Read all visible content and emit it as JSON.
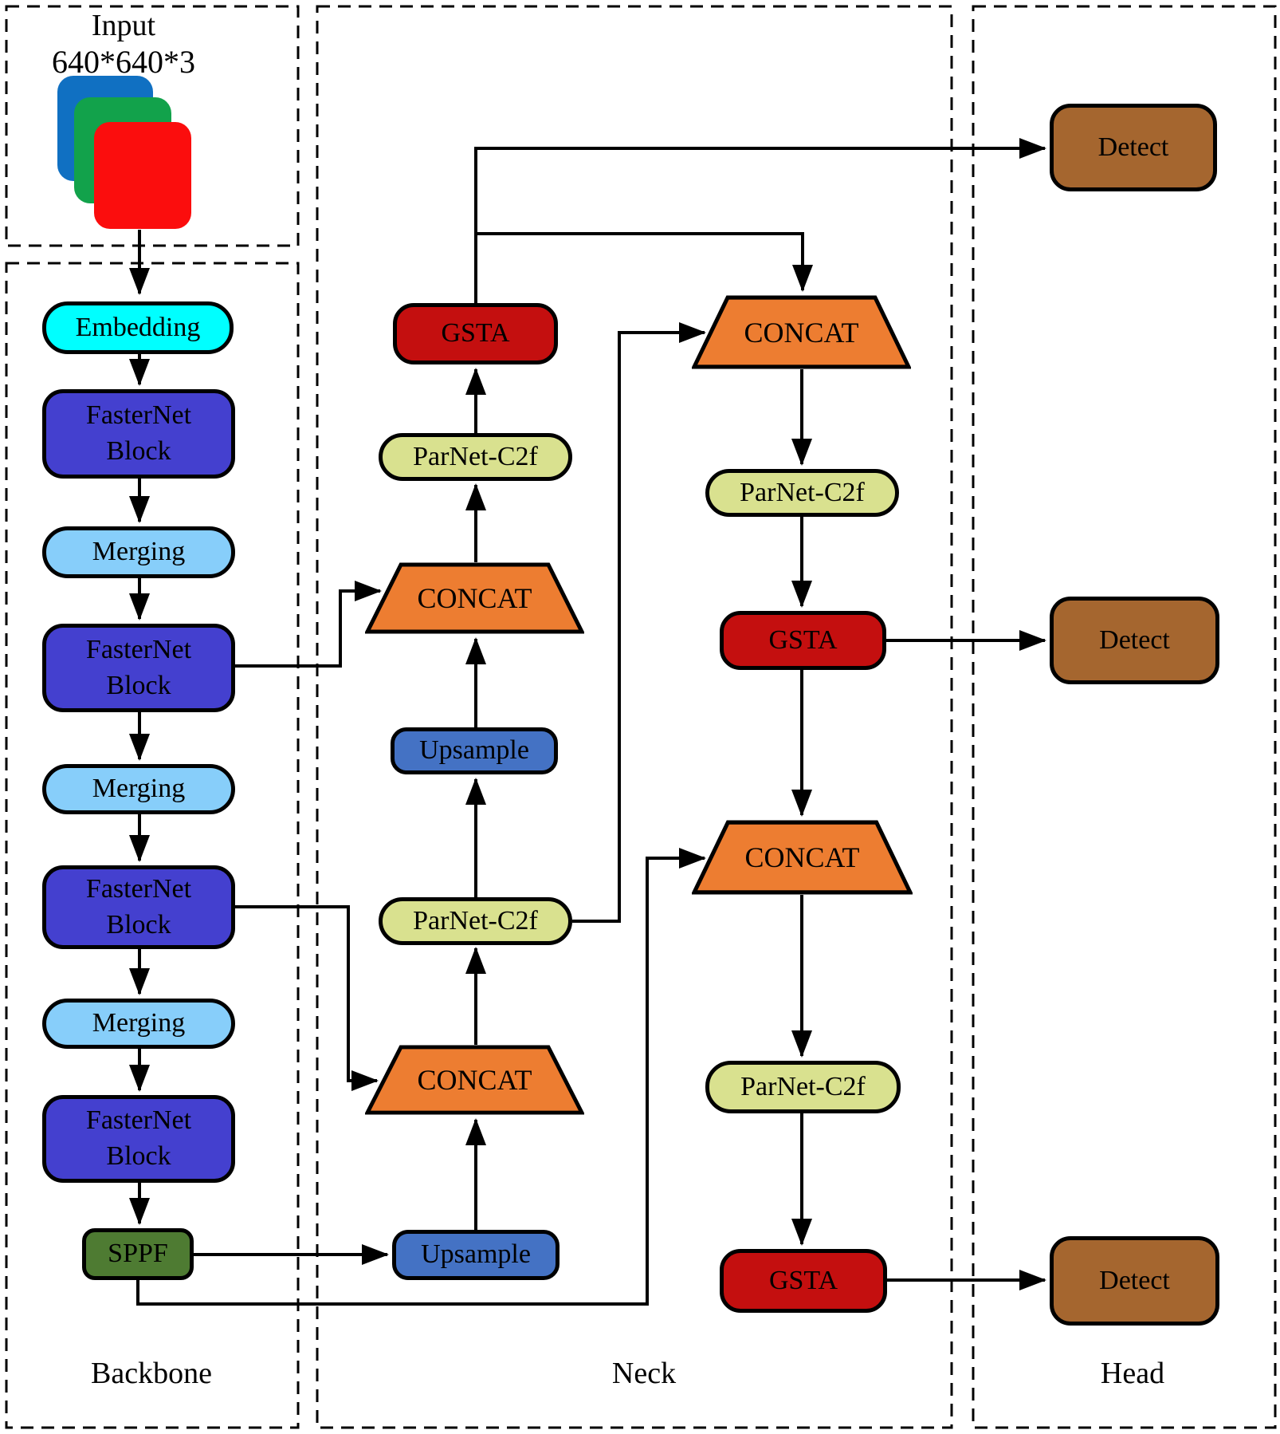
{
  "input": {
    "title": "Input",
    "dims": "640*640*3"
  },
  "backbone": {
    "label": "Backbone",
    "embedding": "Embedding",
    "fasternet": "FasterNet Block",
    "merging": "Merging",
    "sppf": "SPPF"
  },
  "neck": {
    "label": "Neck",
    "gsta": "GSTA",
    "parnet": "ParNet-C2f",
    "concat": "CONCAT",
    "upsample": "Upsample"
  },
  "head": {
    "label": "Head",
    "detect": "Detect"
  },
  "colors": {
    "embedding": "#00FFFF",
    "fasternet": "#4440CF",
    "merging": "#87CEFA",
    "sppf": "#4E7B32",
    "gsta": "#C40F0F",
    "parnet": "#D9E18F",
    "concat": "#ED7D31",
    "upsample": "#4472C4",
    "detect": "#A5662F",
    "input_blue": "#1070C2",
    "input_green": "#12A24B",
    "input_red": "#FB0D0D"
  }
}
